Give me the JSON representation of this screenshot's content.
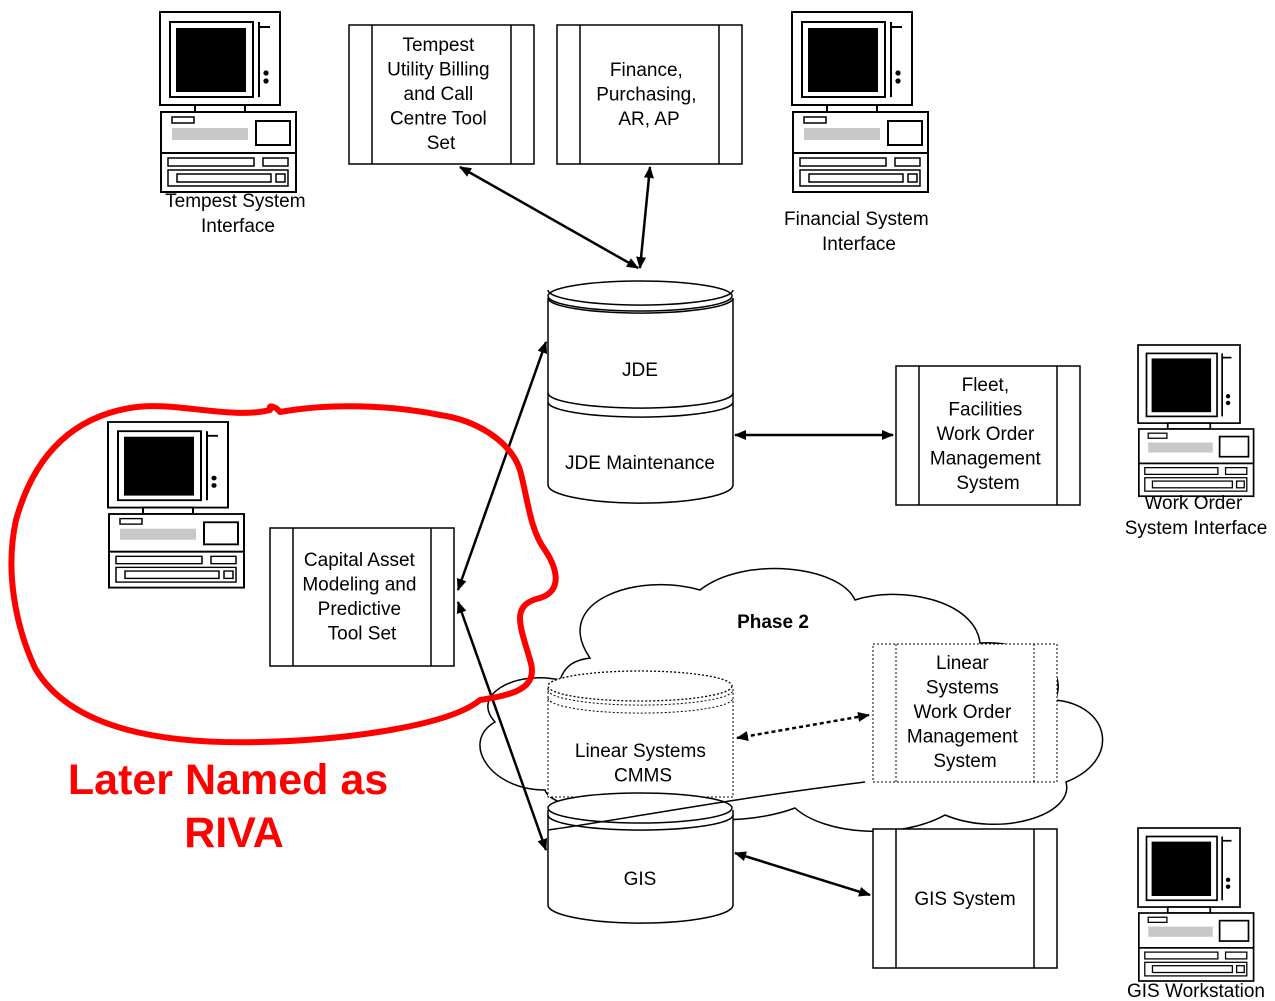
{
  "workstations": {
    "tempest": [
      "Tempest System",
      "Interface"
    ],
    "financial": [
      "Financial System",
      "Interface"
    ],
    "work_order": [
      "Work Order",
      "System Interface"
    ],
    "gis": [
      "GIS Workstation"
    ]
  },
  "modules": {
    "tempest_billing": [
      "Tempest",
      "Utility Billing",
      "and Call",
      "Centre Tool",
      "Set"
    ],
    "finance": [
      "Finance,",
      "Purchasing,",
      "AR, AP"
    ],
    "fleet": [
      "Fleet,",
      "Facilities",
      "Work Order",
      "Management",
      "System"
    ],
    "capital_asset": [
      "Capital Asset",
      "Modeling and",
      "Predictive",
      "Tool Set"
    ],
    "linear_work_order": [
      "Linear",
      "Systems",
      "Work Order",
      "Management",
      "System"
    ],
    "gis_system": [
      "GIS System"
    ]
  },
  "databases": {
    "jde": "JDE",
    "jde_maintenance": "JDE Maintenance",
    "linear_cmms": [
      "Linear Systems",
      "CMMS"
    ],
    "gis": "GIS"
  },
  "phase_label": "Phase 2",
  "annotation": {
    "text": [
      "Later Named as",
      "RIVA"
    ],
    "color": "#ff0000"
  }
}
